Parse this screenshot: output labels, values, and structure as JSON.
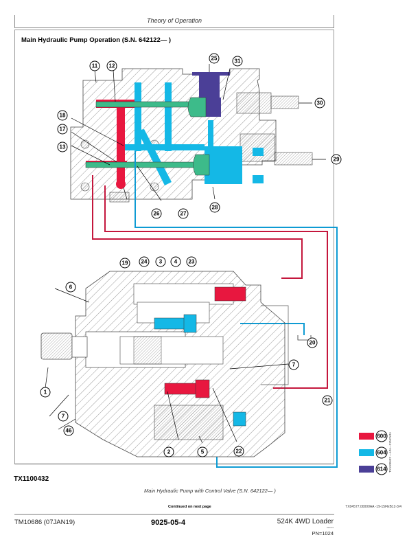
{
  "header": {
    "title": "Theory of Operation"
  },
  "section": {
    "title": "Main Hydraulic Pump Operation (S.N. 642122— )"
  },
  "figure": {
    "id": "TX1100432",
    "side_code": "TX1100432 —UN—21NOV11",
    "caption": "Main Hydraulic Pump with Control Valve (S.N. 642122— )",
    "callouts": {
      "c11": "11",
      "c12": "12",
      "c25": "25",
      "c31": "31",
      "c30": "30",
      "c29": "29",
      "c18": "18",
      "c17": "17",
      "c13": "13",
      "c26": "26",
      "c27": "27",
      "c28": "28",
      "c19": "19",
      "c24": "24",
      "c3": "3",
      "c4": "4",
      "c23": "23",
      "c6": "6",
      "c20": "20",
      "c7a": "7",
      "c1": "1",
      "c7b": "7",
      "c46": "46",
      "c21": "21",
      "c2": "2",
      "c5": "5",
      "c22": "22"
    },
    "legend": [
      {
        "code": "600",
        "color": "#e8173f"
      },
      {
        "code": "604",
        "color": "#14b8e6"
      },
      {
        "code": "614",
        "color": "#4b3f97"
      }
    ],
    "colors": {
      "spool": "#3dbb8a",
      "pressure": "#e8173f",
      "pilot": "#14b8e6",
      "other": "#4b3f97",
      "line_red": "#c4163c",
      "line_blue": "#0e9bd3"
    }
  },
  "notes": {
    "continued": "Continued on next page",
    "docref": "TX04577,00000AA -19-15FEB12-3/4"
  },
  "footer": {
    "manual": "TM10686 (07JAN19)",
    "page": "9025-05-4",
    "model": "524K 4WD Loader",
    "tiny": "010719",
    "pn": "PN=1024"
  }
}
